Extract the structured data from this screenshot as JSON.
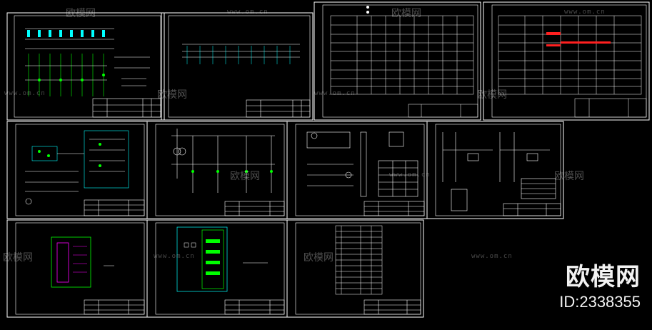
{
  "watermark": {
    "brand": "欧模网",
    "id_text": "ID:2338355",
    "url": "www.om.cn"
  },
  "colors": {
    "background": "#000000",
    "frame": "#ffffff",
    "line_cyan": "#00ffff",
    "line_green": "#00ff00",
    "line_magenta": "#ff00ff",
    "line_red": "#ff2020",
    "line_yellow": "#ffff00"
  }
}
